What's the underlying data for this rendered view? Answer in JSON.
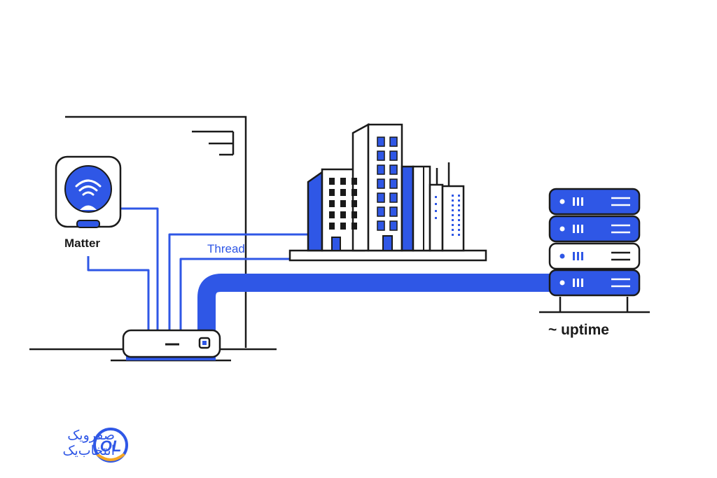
{
  "labels": {
    "matter": "Matter",
    "thread": "Thread",
    "uptime": "~ uptime"
  },
  "brand": {
    "line1": "صفرویک",
    "line2": "انتخاب‌یک",
    "logo_icon": "ol-logo-icon"
  },
  "icons": [
    "wifi-icon",
    "router-icon",
    "buildings-icon",
    "server-rack-icon"
  ],
  "colors": {
    "accent": "#2f57e6",
    "outline": "#1a1a1a",
    "background": "#ffffff"
  }
}
